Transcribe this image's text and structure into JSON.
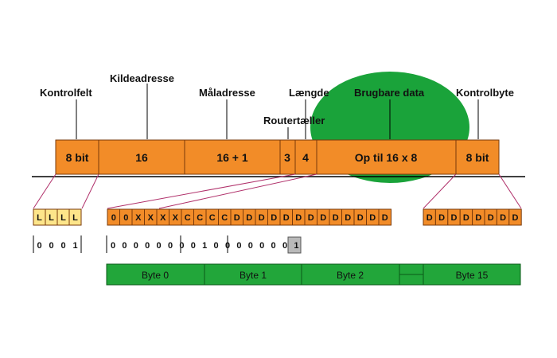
{
  "labels": {
    "kontrolfelt": "Kontrolfelt",
    "kildeadresse": "Kildeadresse",
    "maladresse": "Måladresse",
    "routertaeller": "Routertæller",
    "laengde": "Længde",
    "brugbare_data": "Brugbare data",
    "kontrolbyte": "Kontrolbyte"
  },
  "frame_segments": [
    "8 bit",
    "16",
    "16 + 1",
    "3",
    "4",
    "Op til 16 x 8",
    "8 bit"
  ],
  "control_field": {
    "letters": [
      "L",
      "L",
      "L",
      "L"
    ],
    "bits": [
      "0",
      "0",
      "0",
      "1"
    ]
  },
  "data_row": {
    "letters": [
      "0",
      "0",
      "X",
      "X",
      "X",
      "X",
      "C",
      "C",
      "C",
      "C",
      "D",
      "D",
      "D",
      "D",
      "D",
      "D",
      "D",
      "D",
      "D",
      "D",
      "D",
      "D",
      "D"
    ],
    "bits": [
      "0",
      "0",
      "0",
      "0",
      "0",
      "0",
      "0",
      "0",
      "1",
      "0",
      "0",
      "0",
      "0",
      "0",
      "0",
      "0",
      "1"
    ]
  },
  "tail_row": {
    "letters": [
      "D",
      "D",
      "D",
      "D",
      "D",
      "D",
      "D",
      "D"
    ]
  },
  "bytes": [
    "Byte 0",
    "Byte 1",
    "Byte 2",
    "Byte 15"
  ],
  "colors": {
    "orange": "#f28c28",
    "yellow": "#fde58a",
    "green": "#22a63a",
    "ellipse": "#1aa33a",
    "highlight": "#b9b9b9"
  }
}
